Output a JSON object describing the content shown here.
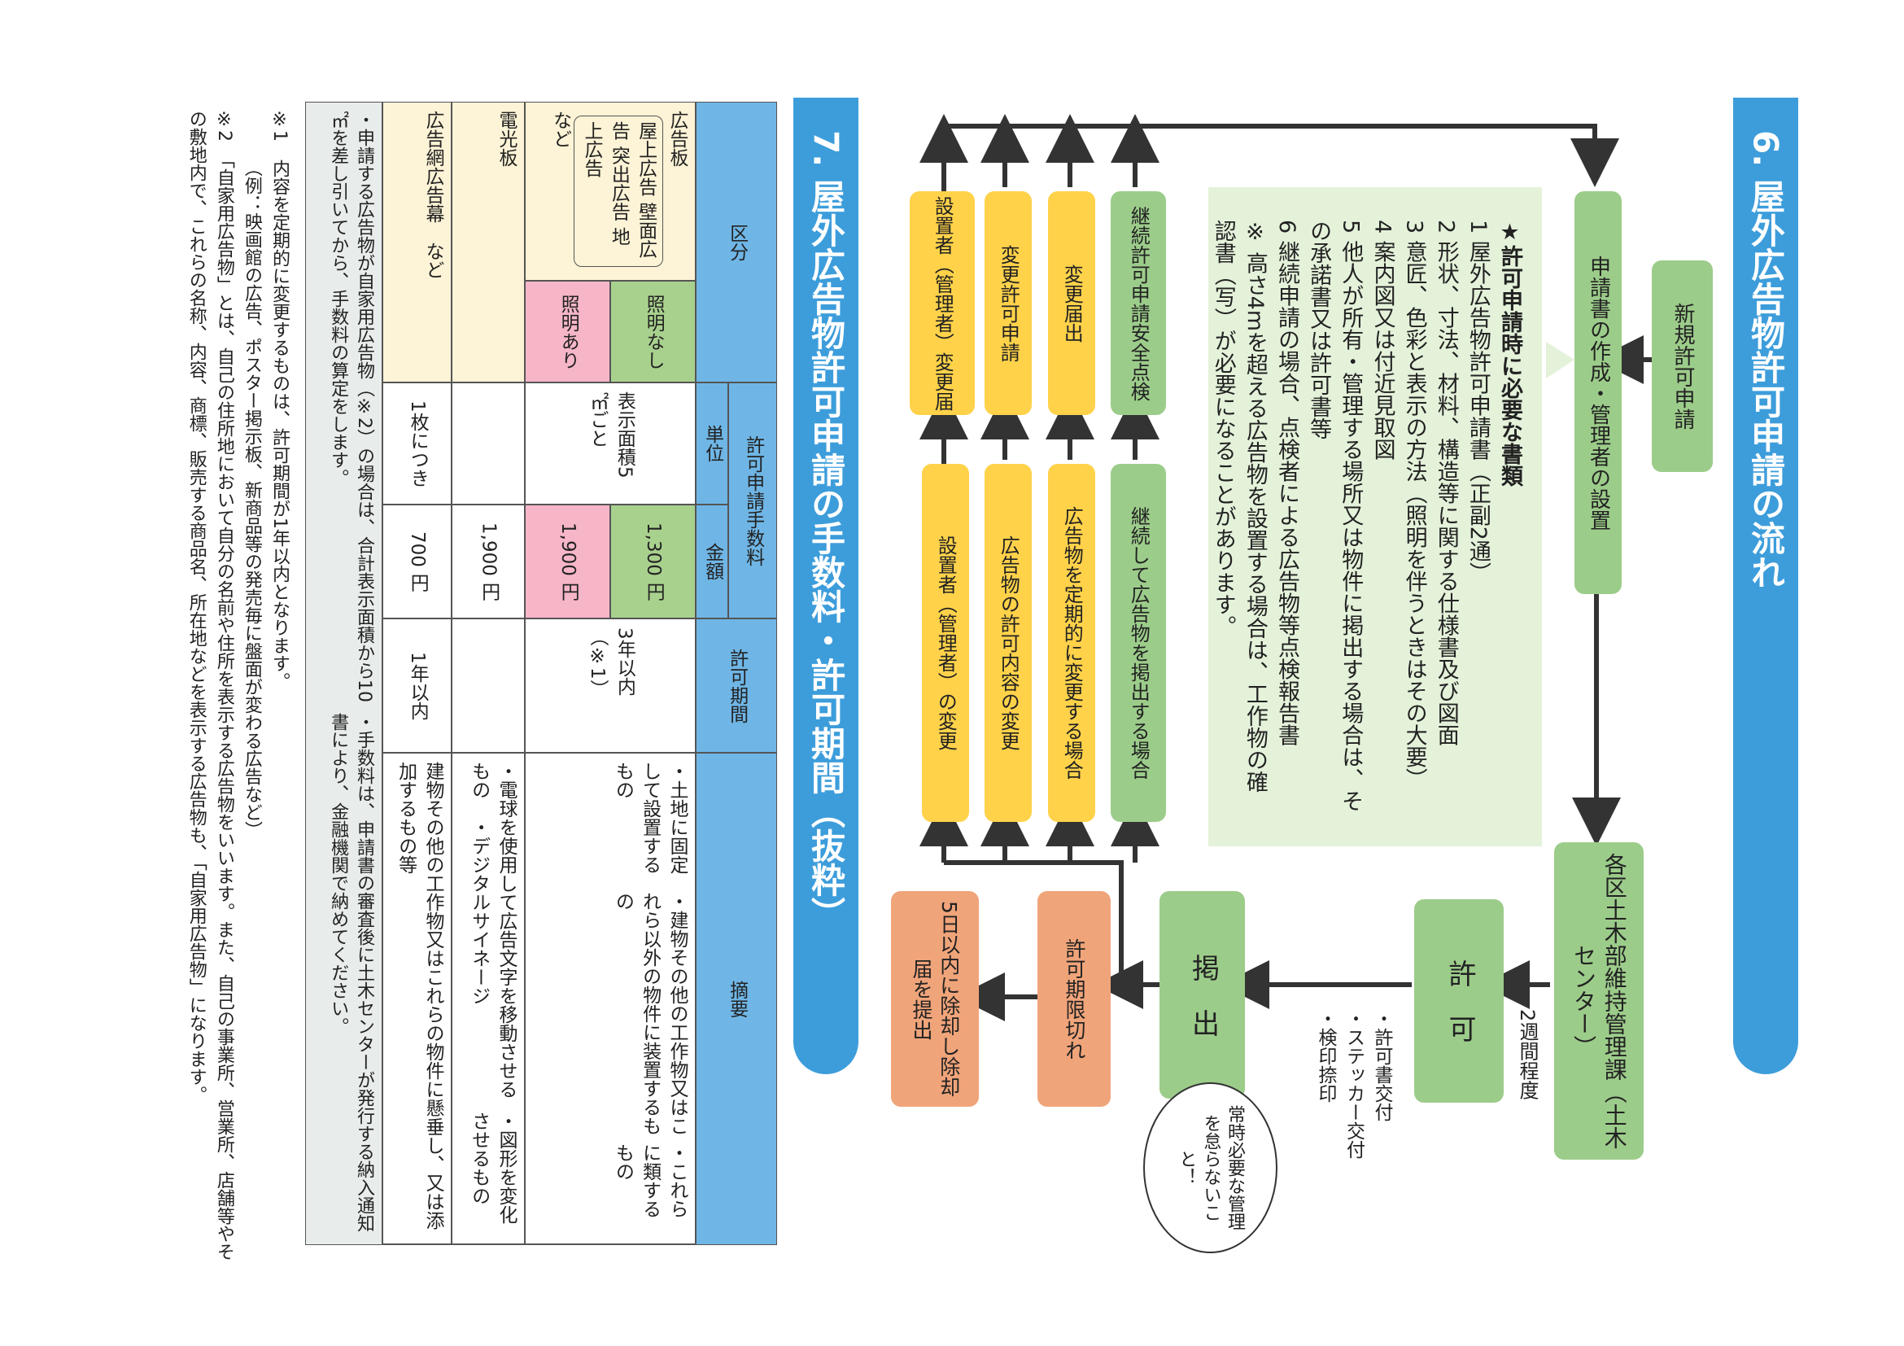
{
  "section6": {
    "title": "6. 屋外広告物許可申請の流れ",
    "new_app": "新規許可申請",
    "create": "申請書の作成・管理者の設置",
    "req_title": "★許可申請時に必要な書類",
    "req_items": [
      "1 屋外広告物許可申請書（正副2通）",
      "2 形状、寸法、材料、構造等に関する仕様書及び図面",
      "3 意匠、色彩と表示の方法（照明を伴うときはその大要）",
      "4 案内図又は付近見取図",
      "5 他人が所有・管理する場所又は物件に掲出する場合は、その承諾書又は許可書等",
      "6 継続申請の場合、点検者による広告物等点検報告書",
      "※ 高さ4mを超える広告物を設置する場合は、工作物の確認書（写）が必要になることがあります。"
    ],
    "office": "各区土木部維持管理課（土木センター）",
    "two_weeks": "2週間程度",
    "permit": "許　可",
    "permit_notes": [
      "・許可書交付",
      "・ステッカー交付",
      "・検印捺印"
    ],
    "post": "掲　出",
    "bubble": "常時必要な管理を怠らないこと！",
    "expire": "許可期限切れ",
    "removal": "5日以内に除却し除却届を提出",
    "cases": [
      {
        "top": "継続許可申請安全点検",
        "bottom": "継続して広告物を掲出する場合",
        "color": "green"
      },
      {
        "top": "変更届出",
        "bottom": "広告物を定期的に変更する場合",
        "color": "yellow"
      },
      {
        "top": "変更許可申請",
        "bottom": "広告物の許可内容の変更",
        "color": "yellow"
      },
      {
        "top": "設置者（管理者）変更届",
        "bottom": "設置者（管理者）の変更",
        "color": "yellow"
      }
    ]
  },
  "section7": {
    "title": "7. 屋外広告物許可申請の手数料・許可期間（抜粋）",
    "headers": {
      "kubun": "区分",
      "fee": "許可申請手数料",
      "unit": "単位",
      "amount": "金額",
      "period": "許可期間",
      "summary": "摘要"
    },
    "billboard": "広告板",
    "billboard_types": "屋上広告 壁面広告 突出広告 地上広告",
    "nado": "など",
    "no_light": "照明なし",
    "light": "照明あり",
    "unit_area": "表示面積5㎡ごと",
    "fee_no_light": "1,300 円",
    "fee_light": "1,900 円",
    "period_3yr": "3年以内（※1）",
    "summary_billboard": [
      "・土地に固定して設置するもの",
      "・建物その他の工作物又はこれら以外の物件に装置するもの",
      "・これらに類するもの"
    ],
    "electric": "電光板",
    "fee_electric": "1,900 円",
    "summary_electric": [
      "・電球を使用して広告文字を移動させるもの　・デジタルサイネージ",
      "・図形を変化させるもの"
    ],
    "net": "広告網",
    "banner": "広告幕　など",
    "unit_sheet": "1枚につき",
    "fee_sheet": "700 円",
    "period_1yr": "1年以内",
    "summary_net": "建物その他の工作物又はこれらの物件に懸垂し、又は添加するもの等",
    "footer1": "・申請する広告物が自家用広告物（※2）の場合は、合計表示面積から10㎡を差し引いてから、手数料の算定をします。",
    "footer2": "・手数料は、申請書の審査後に土木センターが発行する納入通知書により、金融機関で納めてください。",
    "note1": "※1　内容を定期的に変更するものは、許可期間が1年以内となります。",
    "note1b": "（例：映画館の広告、ポスター掲示板、新商品等の発売毎に盤面が変わる広告など）",
    "note2": "※2　「自家用広告物」とは、自己の住所地において自分の名前や住所を表示する広告物をいいます。また、自己の事業所、営業所、店舗等やその敷地内で、これらの名称、内容、商標、販売する商品名、所在地などを表示する広告物も、「自家用広告物」になります。"
  }
}
